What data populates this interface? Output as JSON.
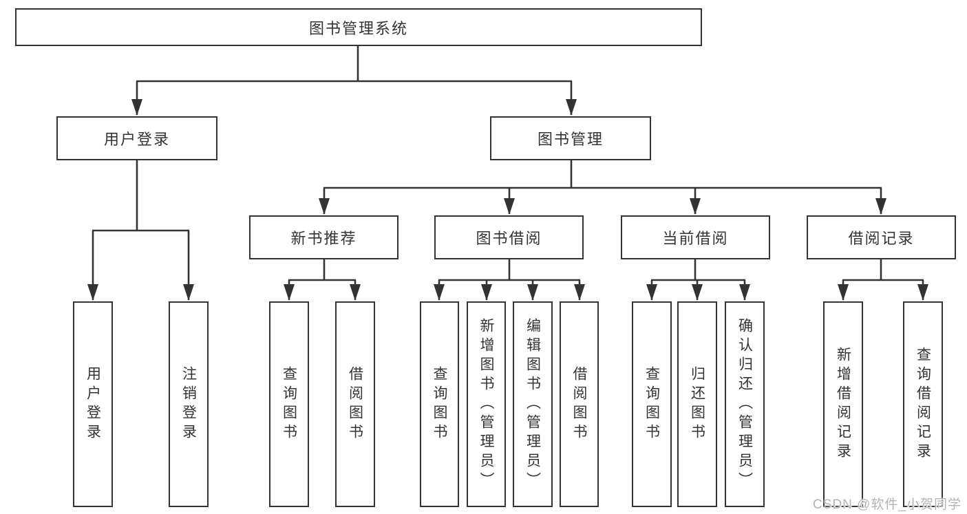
{
  "colors": {
    "line": "#333333",
    "text": "#333333",
    "background": "#ffffff",
    "watermark": "#b3b3b3"
  },
  "tree": {
    "label": "图书管理系统",
    "children": [
      {
        "label": "用户登录",
        "children": [
          {
            "label": "用户登录"
          },
          {
            "label": "注销登录"
          }
        ]
      },
      {
        "label": "图书管理",
        "children": [
          {
            "label": "新书推荐",
            "children": [
              {
                "label": "查询图书"
              },
              {
                "label": "借阅图书"
              }
            ]
          },
          {
            "label": "图书借阅",
            "children": [
              {
                "label": "查询图书"
              },
              {
                "label": "新增图书（管理员）"
              },
              {
                "label": "编辑图书（管理员）"
              },
              {
                "label": "借阅图书"
              }
            ]
          },
          {
            "label": "当前借阅",
            "children": [
              {
                "label": "查询图书"
              },
              {
                "label": "归还图书"
              },
              {
                "label": "确认归还（管理员）"
              }
            ]
          },
          {
            "label": "借阅记录",
            "children": [
              {
                "label": "新增借阅记录"
              },
              {
                "label": "查询借阅记录"
              }
            ]
          }
        ]
      }
    ]
  },
  "watermark": {
    "text": "CSDN @软件_小贺同学"
  }
}
